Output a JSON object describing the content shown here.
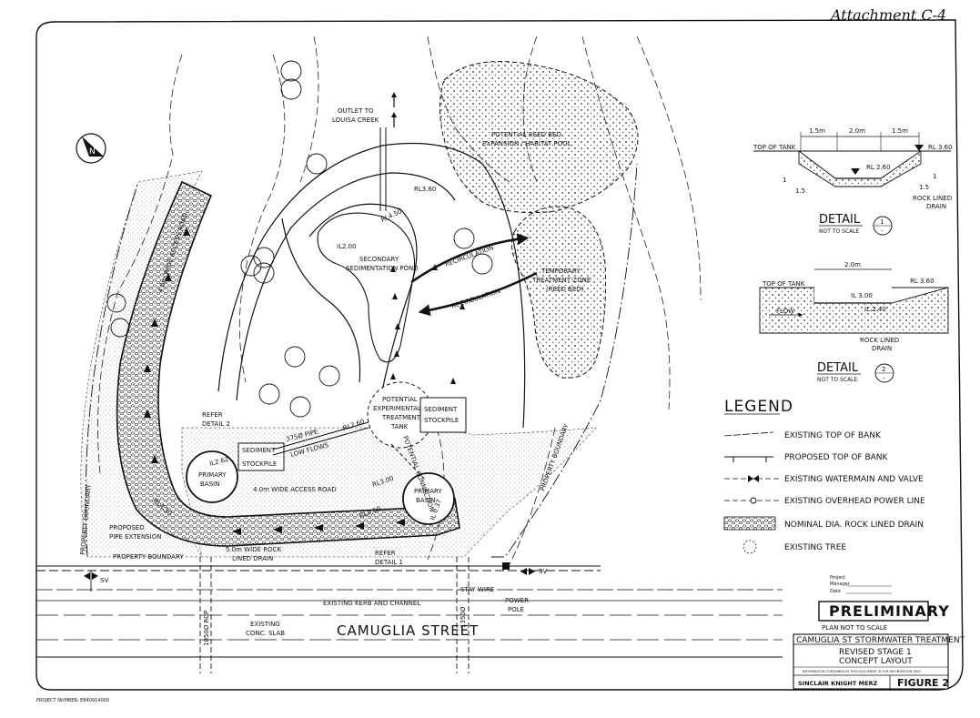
{
  "header": {
    "attachment": "Attachment C-4"
  },
  "labels": {
    "outlet": [
      "OUTLET TO",
      "LOUISA CREEK"
    ],
    "reed_bed": [
      "POTENTIAL REED BED",
      "EXPANSION / HABITAT POOL"
    ],
    "rl_360": "RL3.60",
    "rl_450": "RL4.50",
    "il_200": "IL2.00",
    "secondary_pond": [
      "SECONDARY",
      "SEDIMENTATION POND"
    ],
    "recirculation_1": "RECIRCULATION",
    "recirculation_2": "RECIRCULATION",
    "temp_zone": [
      "TEMPORARY",
      "TREATMENT ZONE",
      "(REED BED)"
    ],
    "access_road_vertical": "4.0m WIDE ACCESS ROAD",
    "access_road_bottom": "4.0m WIDE ACCESS ROAD",
    "experimental_tank": [
      "POTENTIAL",
      "EXPERIMENTAL",
      "TREATMENT",
      "TANK"
    ],
    "sediment_stockpile_right": [
      "SEDIMENT",
      "STOCKPILE"
    ],
    "sediment_stockpile_left": [
      "SEDIMENT",
      "STOCKPILE"
    ],
    "refer_detail_2": [
      "REFER",
      "DETAIL 2"
    ],
    "pipe_375": "375Ø PIPE",
    "low_flows": "LOW FLOWS",
    "rl_260_top": "RL2.60",
    "potential_connection": "POTENTIAL CONNECTION",
    "primary_basin_left": [
      "PRIMARY",
      "BASIN"
    ],
    "primary_basin_right": [
      "PRIMARY",
      "BASIN"
    ],
    "il_262": "IL2.62",
    "rl_300": "RL3.00",
    "il_037": "IL 0.37",
    "rl_260_bottom": "RL2.60",
    "rl_450_bottom": "RL4.50",
    "pipe_extension": [
      "PROPOSED",
      "PIPE EXTENSION"
    ],
    "property_boundary_bottom": "PROPERTY BOUNDARY",
    "property_boundary_left": "PROPERTY BOUNDARY",
    "property_boundary_right": "PROPERTY BOUNDARY",
    "rock_drain": [
      "5.0m WIDE ROCK",
      "LINED DRAIN"
    ],
    "refer_detail_1": [
      "REFER",
      "DETAIL 1"
    ],
    "sv_left": "SV",
    "sv_right": "SV",
    "stay_wire": "STAY WIRE",
    "kerb_channel": "EXISTING KERB AND CHANNEL",
    "power_pole": [
      "POWER",
      "POLE"
    ],
    "rcp_left": "1050Ø RCP",
    "rcp_right": "1350Ø",
    "conc_slab": [
      "EXISTING",
      "CONC. SLAB"
    ],
    "street": "CAMUGLIA STREET",
    "north": "N",
    "project_number": "PROJECT NUMBER: EB40914000"
  },
  "detail_1": {
    "dims": [
      "1.5m",
      "2.0m",
      "1.5m"
    ],
    "top_of_tank": "TOP OF TANK",
    "rl_top": "RL 3.60",
    "rl_bottom": "RL 2.60",
    "slope_left": [
      "1",
      "1.5"
    ],
    "slope_right": [
      "1",
      "1.5"
    ],
    "rock_label": [
      "ROCK LINED",
      "DRAIN"
    ],
    "title": "DETAIL",
    "number": "1",
    "scale": "NOT TO SCALE",
    "sub": "-"
  },
  "detail_2": {
    "dim": "2.0m",
    "top_of_tank": "TOP OF TANK",
    "rl_top": "RL 3.60",
    "il_1": "IL 3.00",
    "il_2": "IL 2.40",
    "flow": "FLOW",
    "rock_label": [
      "ROCK LINED",
      "DRAIN"
    ],
    "title": "DETAIL",
    "number": "2",
    "scale": "NOT TO SCALE",
    "sub": "-"
  },
  "legend": {
    "title": "LEGEND",
    "items": [
      "EXISTING TOP OF BANK",
      "PROPOSED TOP OF BANK",
      "EXISTING WATERMAIN AND VALVE",
      "EXISTING OVERHEAD POWER LINE",
      "NOMINAL DIA. ROCK LINED DRAIN",
      "EXISTING TREE"
    ]
  },
  "title_block": {
    "small_fields": [
      "Project",
      "Manager",
      "Date"
    ],
    "preliminary": "PRELIMINARY",
    "plan_scale": "PLAN NOT TO SCALE",
    "project": "CAMUGLIA ST STORMWATER TREATMENT",
    "drawing_title": [
      "REVISED STAGE 1",
      "CONCEPT LAYOUT"
    ],
    "disclaimer": "INFORMATION CONTAINED IN THIS DOCUMENT IS FOR INFORMATION ONLY",
    "company": "SINCLAIR KNIGHT MERZ",
    "figure": "FIGURE 2"
  }
}
